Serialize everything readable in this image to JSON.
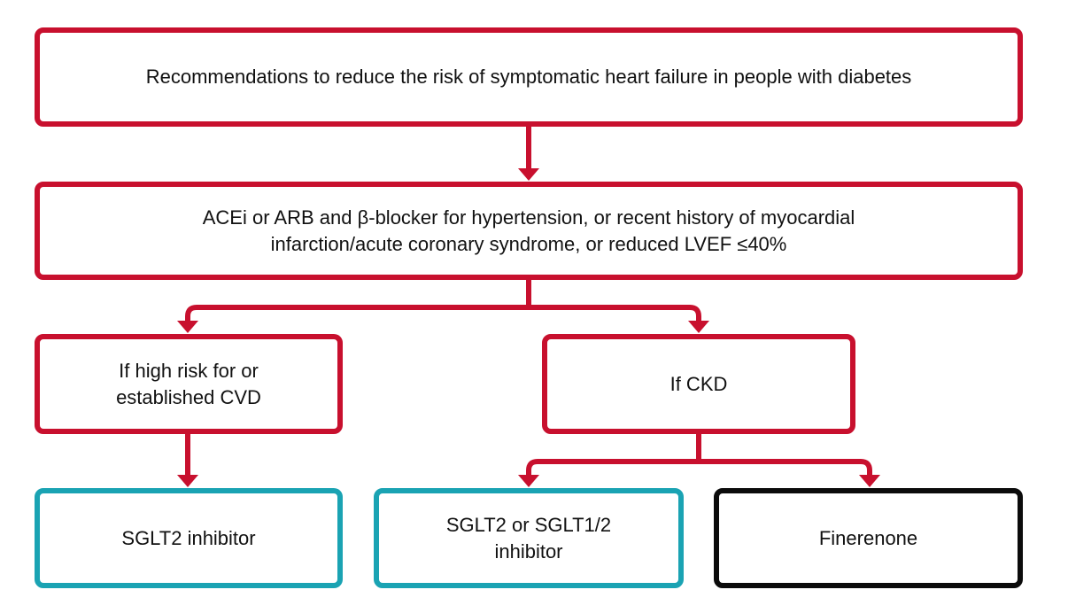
{
  "diagram": {
    "colors": {
      "primary_red": "#c8102e",
      "teal": "#1aa3b3",
      "black": "#0b0b0b"
    },
    "nodes": {
      "top": {
        "lines": [
          "Recommendations to reduce the risk of symptomatic heart failure in people with diabetes"
        ]
      },
      "acei": {
        "lines": [
          "ACEi or ARB and β-blocker for hypertension, or recent history of myocardial",
          "infarction/acute coronary syndrome, or reduced LVEF ≤40%"
        ]
      },
      "cvd": {
        "lines": [
          "If high risk for or",
          "established CVD"
        ]
      },
      "ckd": {
        "lines": [
          "If CKD"
        ]
      },
      "sglt2": {
        "lines": [
          "SGLT2 inhibitor"
        ]
      },
      "sglt12": {
        "lines": [
          "SGLT2 or SGLT1/2",
          "inhibitor"
        ]
      },
      "finerenone": {
        "lines": [
          "Finerenone"
        ]
      }
    }
  }
}
